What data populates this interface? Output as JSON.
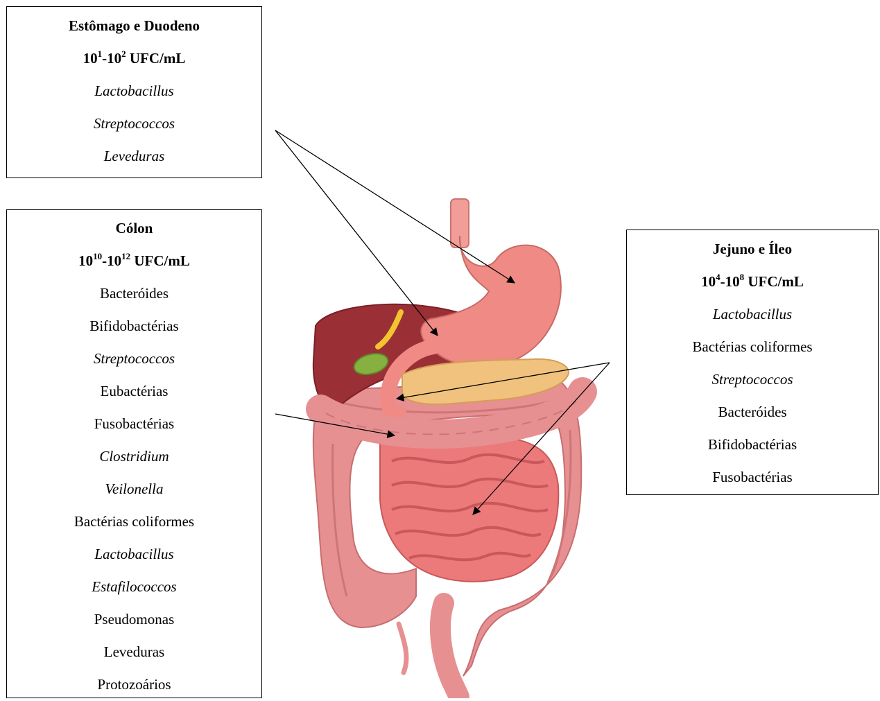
{
  "regions": {
    "stomach": {
      "title": "Estômago e Duodeno",
      "count": {
        "a_base": "10",
        "a_exp": "1",
        "sep": "-",
        "b_base": "10",
        "b_exp": "2",
        "unit": " UFC/mL"
      },
      "organisms": [
        {
          "text": "Lactobacillus",
          "italic": true
        },
        {
          "text": "Streptococcos",
          "italic": true
        },
        {
          "text": "Leveduras",
          "italic": true
        }
      ]
    },
    "colon": {
      "title": "Cólon",
      "count": {
        "a_base": "10",
        "a_exp": "10",
        "sep": "-",
        "b_base": "10",
        "b_exp": "12",
        "unit": " UFC/mL"
      },
      "organisms": [
        {
          "text": "Bacteróides",
          "italic": false
        },
        {
          "text": "Bifidobactérias",
          "italic": false
        },
        {
          "text": "Streptococcos",
          "italic": true
        },
        {
          "text": "Eubactérias",
          "italic": false
        },
        {
          "text": "Fusobactérias",
          "italic": false
        },
        {
          "text": "Clostridium",
          "italic": true
        },
        {
          "text": "Veilonella",
          "italic": true
        },
        {
          "text": "Bactérias coliformes",
          "italic": false
        },
        {
          "text": "Lactobacillus",
          "italic": true
        },
        {
          "text": "Estafilococcos",
          "italic": true
        },
        {
          "text": "Pseudomonas",
          "italic": false
        },
        {
          "text": "Leveduras",
          "italic": false
        },
        {
          "text": "Protozoários",
          "italic": false
        }
      ]
    },
    "jejuno": {
      "title": "Jejuno e Íleo",
      "count": {
        "a_base": "10",
        "a_exp": "4",
        "sep": "-",
        "b_base": "10",
        "b_exp": "8",
        "unit": " UFC/mL"
      },
      "organisms": [
        {
          "text": "Lactobacillus",
          "italic": true
        },
        {
          "text": "Bactérias coliformes",
          "italic": false
        },
        {
          "text": "Streptococcos",
          "italic": true
        },
        {
          "text": "Bacteróides",
          "italic": false
        },
        {
          "text": "Bifidobactérias",
          "italic": false
        },
        {
          "text": "Fusobactérias",
          "italic": false
        }
      ]
    }
  },
  "colors": {
    "liver": "#9b2f36",
    "stomach": "#f08a85",
    "pancreas": "#f0c27e",
    "gallbladder": "#86b03f",
    "colon": "#e79091",
    "small_intestine": "#ec7a7a",
    "esophagus": "#f29d98"
  }
}
